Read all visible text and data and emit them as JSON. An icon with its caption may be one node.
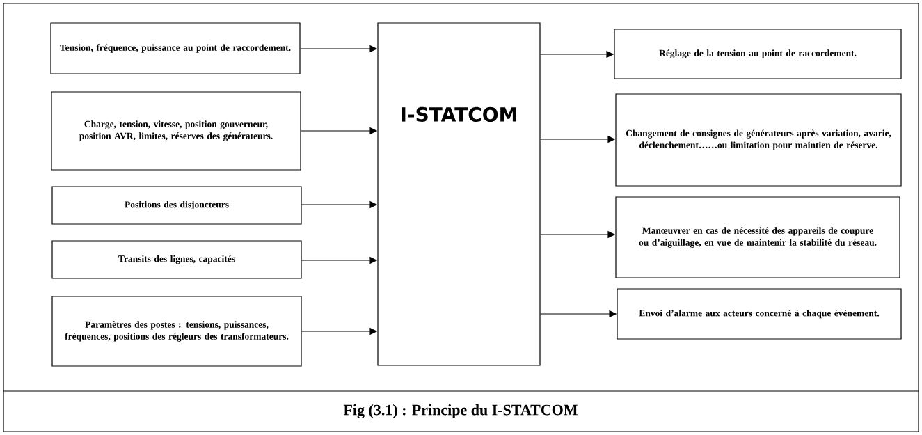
{
  "diagram": {
    "caption": "Fig (3.1) : Principe du I-STATCOM",
    "nodes": [
      {
        "text": [
          "Tension, fréquence, puissance au point de raccordement."
        ]
      },
      {
        "text": [
          "Charge, tension, vitesse, position gouverneur, position AVR, limites, réserves des générateurs."
        ]
      },
      {
        "text": [
          "Positions des disjoncteurs"
        ]
      },
      {
        "text": [
          "Transits des lignes, capacités"
        ]
      },
      {
        "text": [
          "Paramètres des postes : tensions, puissances, fréquences, positions des régleurs des transformateurs."
        ]
      },
      {
        "text": [
          "I-STATCOM"
        ]
      },
      {
        "text": [
          "Réglage de la tension au point de raccordement."
        ]
      },
      {
        "text": [
          "Changement de consignes de générateurs après variation, avarie, déclenchement……ou limitation pour maintien  de réserve."
        ]
      },
      {
        "text": [
          "Manœuvrer en cas de nécessité des appareils de coupure ou d’aiguillage, en vue de maintenir la stabilité du réseau."
        ]
      },
      {
        "text": [
          "Envoi d’alarme aux acteurs concerné à chaque évènement."
        ]
      }
    ],
    "edges": [
      {
        "from": 0,
        "to": 5,
        "arrow": "to"
      },
      {
        "from": 1,
        "to": 5,
        "arrow": "to"
      },
      {
        "from": 2,
        "to": 5,
        "arrow": "to"
      },
      {
        "from": 3,
        "to": 5,
        "arrow": "to"
      },
      {
        "from": 4,
        "to": 5,
        "arrow": "to"
      },
      {
        "from": 5,
        "to": 6,
        "arrow": "to"
      },
      {
        "from": 5,
        "to": 7,
        "arrow": "to"
      },
      {
        "from": 5,
        "to": 8,
        "arrow": "to"
      },
      {
        "from": 5,
        "to": 9,
        "arrow": "to"
      }
    ]
  }
}
